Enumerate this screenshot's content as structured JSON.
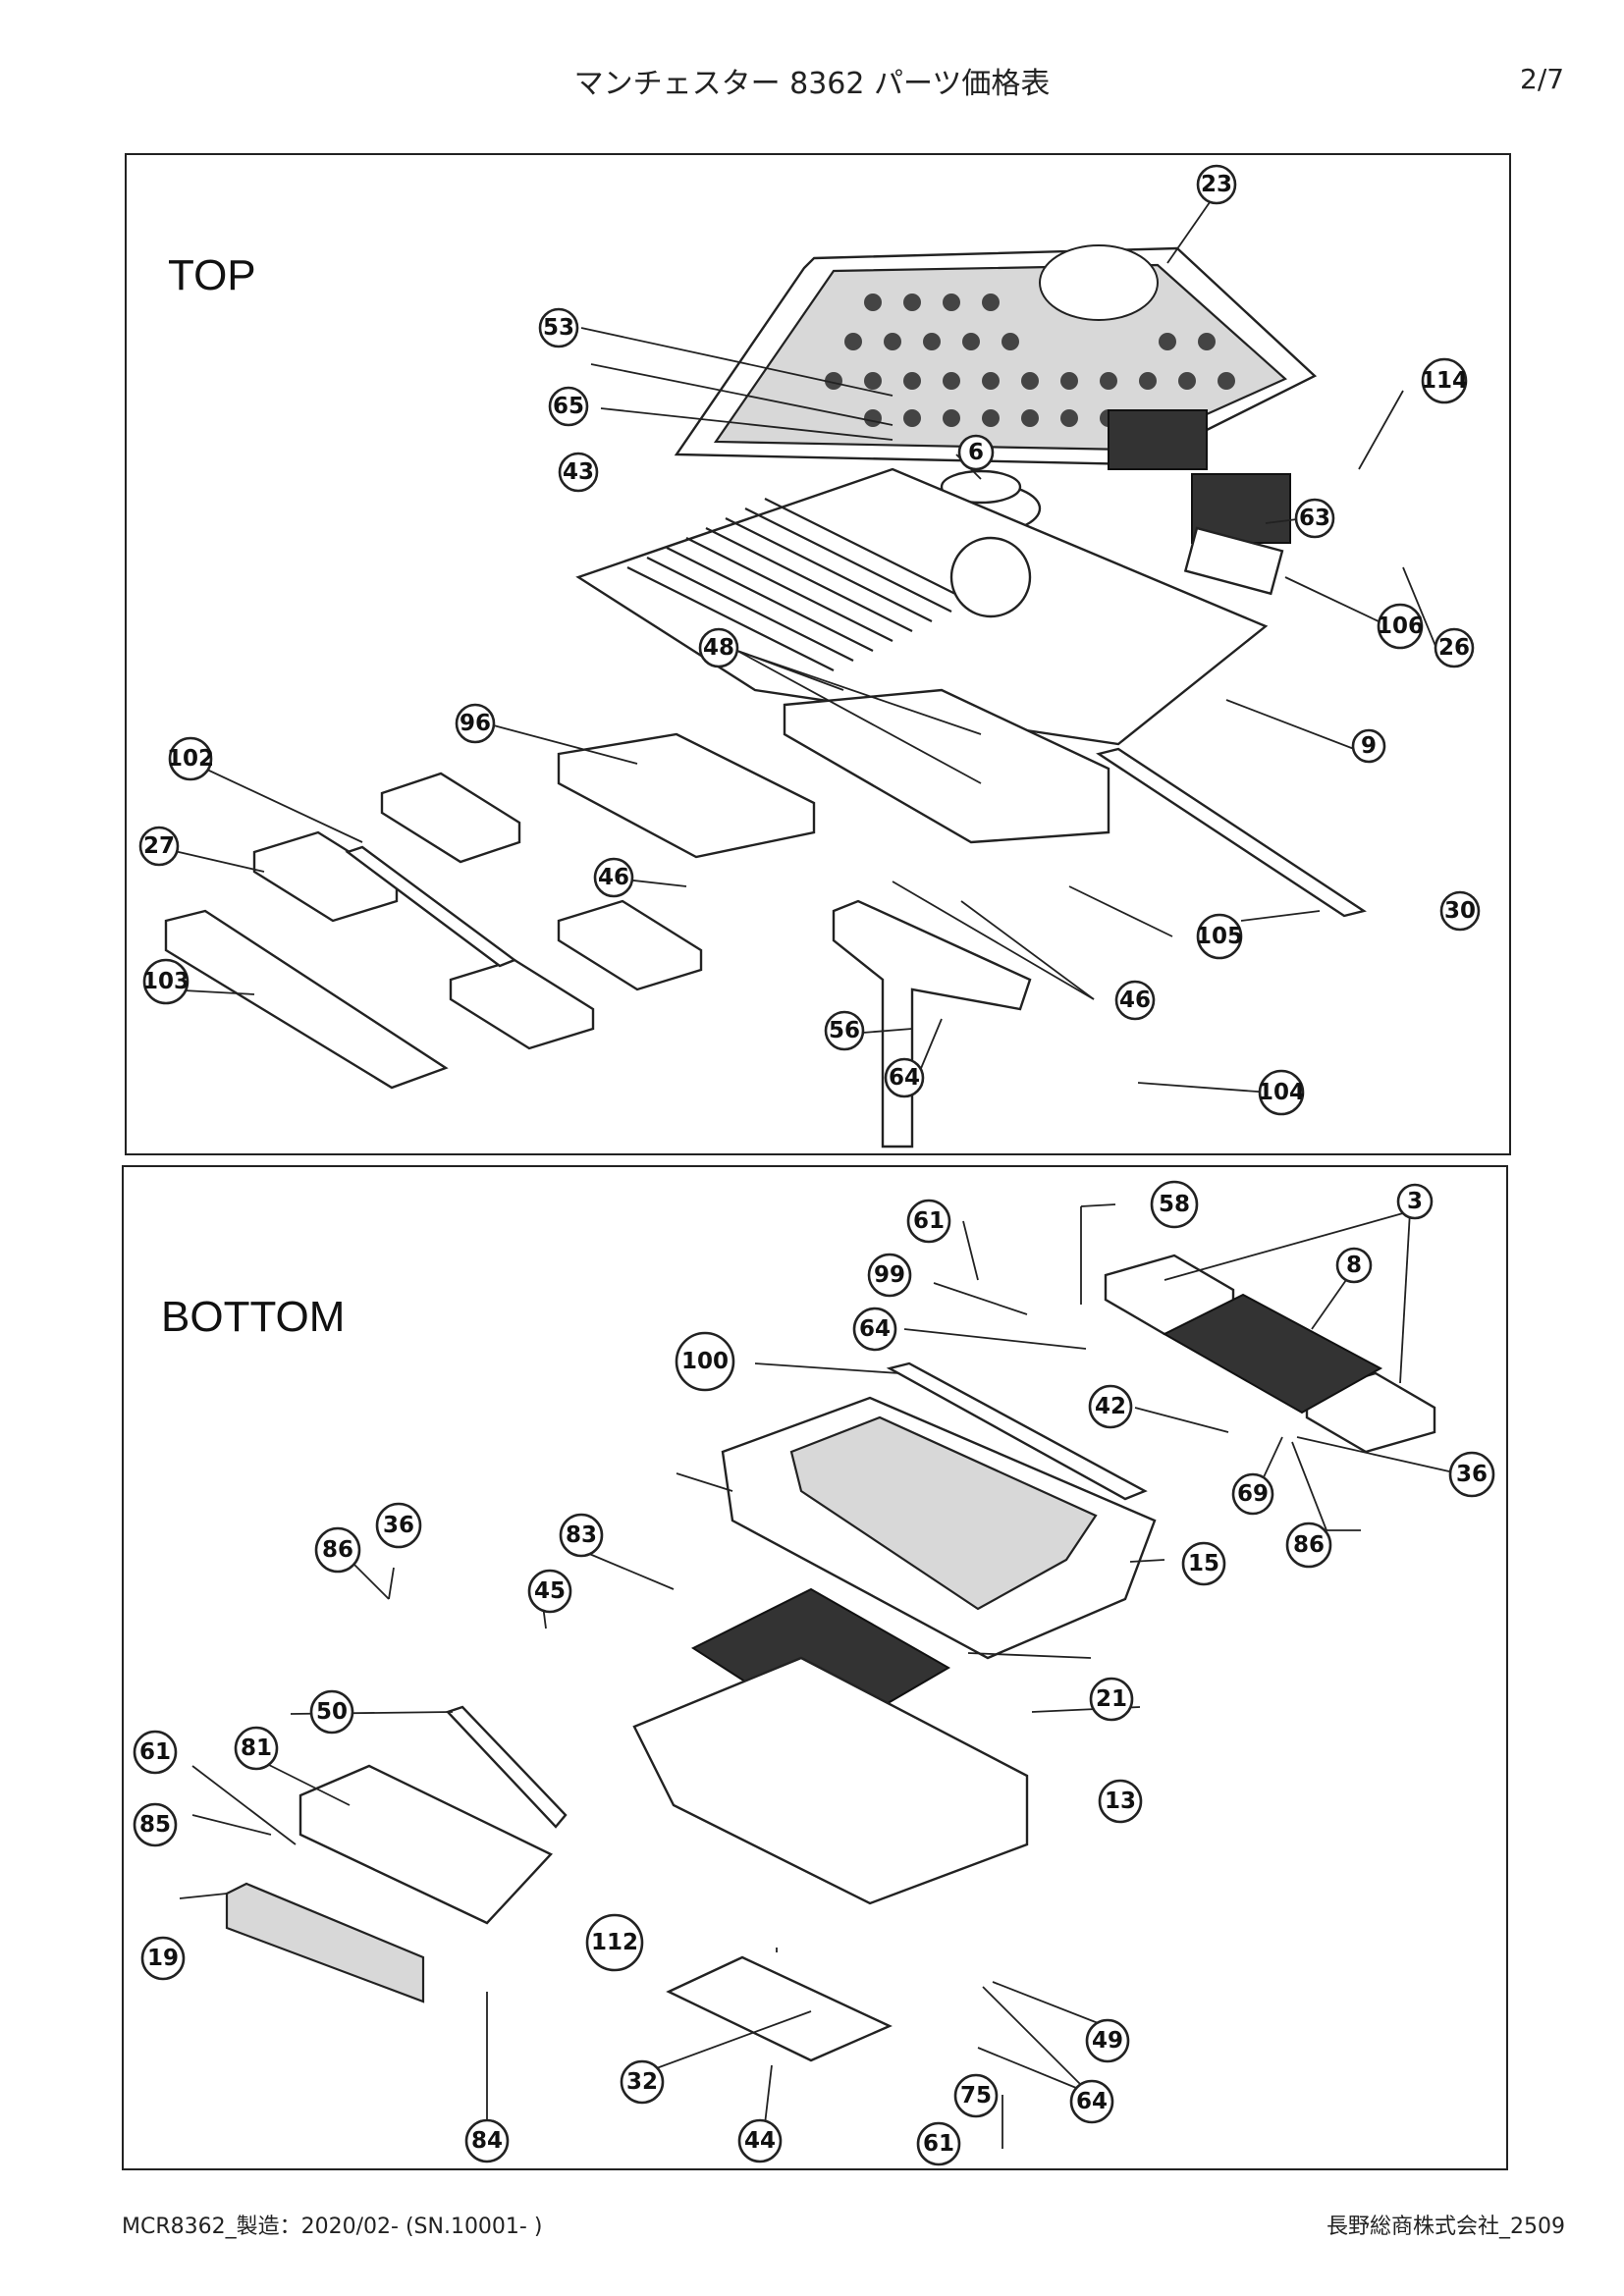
{
  "header": {
    "title": "マンチェスター 8362 パーツ価格表",
    "page": "2/7"
  },
  "top_panel": {
    "label": "TOP",
    "callouts": [
      "23",
      "53",
      "65",
      "43",
      "6",
      "114",
      "63",
      "106",
      "26",
      "48",
      "9",
      "96",
      "102",
      "27",
      "46",
      "105",
      "30",
      "103",
      "46",
      "56",
      "64",
      "104"
    ]
  },
  "bottom_panel": {
    "label": "BOTTOM",
    "callouts": [
      "61",
      "58",
      "3",
      "99",
      "8",
      "64",
      "100",
      "42",
      "36",
      "69",
      "86",
      "86",
      "36",
      "83",
      "15",
      "45",
      "50",
      "21",
      "81",
      "61",
      "13",
      "85",
      "112",
      "19",
      "49",
      "32",
      "75",
      "64",
      "84",
      "44",
      "61"
    ]
  },
  "footer": {
    "left": "MCR8362_製造：2020/02- (SN.10001- )",
    "right": "長野総商株式会社_2509"
  }
}
